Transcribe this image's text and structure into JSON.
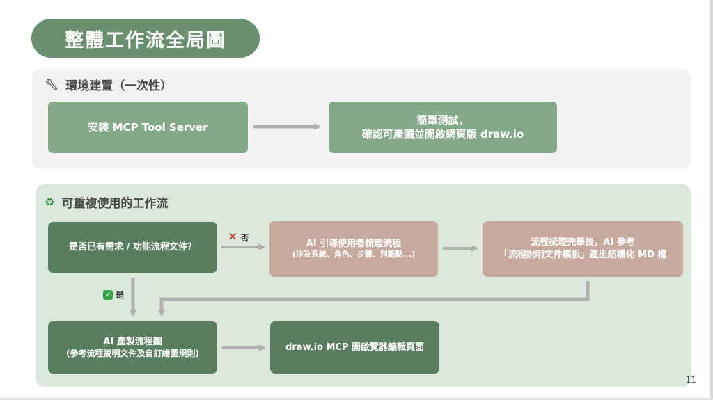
{
  "title": "整體工作流全局圖",
  "setup": {
    "icon": "wrench-icon",
    "title": "環境建置（一次性）",
    "step1": "安裝 MCP Tool Server",
    "step2_line1": "簡單測試，",
    "step2_line2": "確認可產圖並開啟網頁版 draw.io"
  },
  "flow": {
    "icon": "recycle-icon",
    "title": "可重複使用的工作流",
    "decision": "是否已有需求 / 功能流程文件？",
    "no_label": "否",
    "yes_label": "是",
    "guide_line1": "AI 引導使用者梳理流程",
    "guide_line2": "(涉及系統、角色、步驟、判斷點...)",
    "output_line1": "流程梳理完畢後，AI 參考",
    "output_line2": "「流程說明文件模板」產出結構化 MD 檔",
    "generate_line1": "AI 產製流程圖",
    "generate_line2": "(參考流程說明文件及自訂繪圖規則)",
    "open": "draw.io MCP 開啟覽器編輯頁面"
  },
  "page_number": "11",
  "colors": {
    "title_pill": "#6a9070",
    "box_light": "#84a989",
    "box_dark": "#597e5f",
    "box_tan": "#c7aa9d",
    "panel_setup": "#f2f2f2",
    "panel_flow": "#dce8dc",
    "arrow": "#b0b0b0"
  }
}
